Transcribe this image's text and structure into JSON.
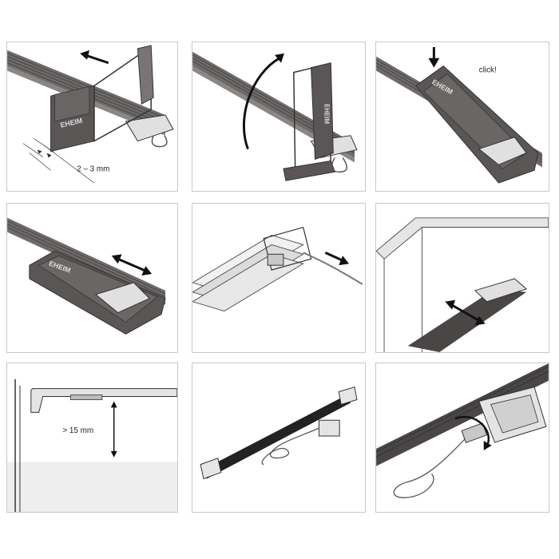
{
  "panels": [
    {
      "id": "p1",
      "labels": {
        "logo": "EHEIM",
        "distance": "2 – 3 mm"
      }
    },
    {
      "id": "p2",
      "labels": {
        "logo": "EHEIM"
      }
    },
    {
      "id": "p3",
      "labels": {
        "logo": "EHEIM",
        "sound": "click!"
      }
    },
    {
      "id": "p4",
      "labels": {
        "logo": "EHEIM"
      }
    },
    {
      "id": "p5",
      "labels": {}
    },
    {
      "id": "p6",
      "labels": {}
    },
    {
      "id": "p7",
      "labels": {
        "height": "> 15 mm"
      }
    },
    {
      "id": "p8",
      "labels": {}
    },
    {
      "id": "p9",
      "labels": {}
    }
  ],
  "colors": {
    "bracket": "#5a5656",
    "bracket_light": "#8b8686",
    "rail": "#6e6a6a",
    "rail_stripe": "#4a4646",
    "frame_border": "#c9c9c9",
    "arrow": "#111111",
    "water": "#eeeeee"
  }
}
